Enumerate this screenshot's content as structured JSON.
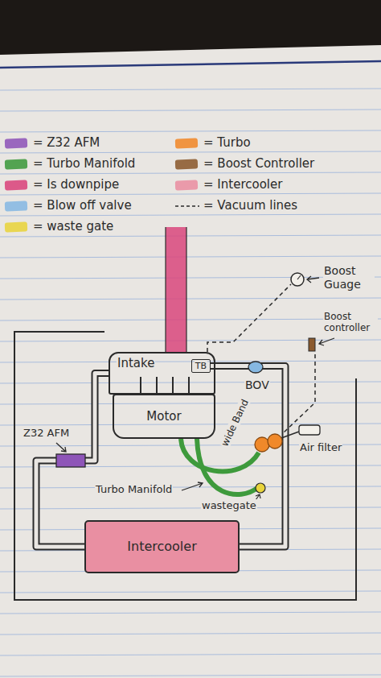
{
  "diagram": {
    "nodes": [
      {
        "text": [
          "Intake"
        ]
      },
      {
        "text": [
          "TB"
        ],
        "in": 0
      },
      {
        "text": [
          "Motor"
        ]
      },
      {
        "text": [
          "Intercooler"
        ]
      }
    ],
    "edges": [
      {
        "from": 3,
        "to": 0,
        "arrow": "none"
      },
      {
        "from": 1,
        "to": 3,
        "arrow": "none"
      }
    ],
    "labels": [
      "Boost Guage",
      "Boost controller",
      "BOV",
      "Air filter",
      "wide Band",
      "Z32 AFM",
      "Turbo Manifold",
      "wastegate"
    ],
    "legend": [
      {
        "text": "= Z32 AFM",
        "color": "#8e55b8"
      },
      {
        "text": "= Turbo",
        "color": "#f0892a"
      },
      {
        "text": "= Turbo Manifold",
        "color": "#3e9a3c"
      },
      {
        "text": "= Boost Controller",
        "color": "#8b5a2e"
      },
      {
        "text": "= Is downpipe",
        "color": "#d9467c"
      },
      {
        "text": "= Intercooler",
        "color": "#e98fa2"
      },
      {
        "text": "= Blow off valve",
        "color": "#86b8e2"
      },
      {
        "text": "= Vacuum lines"
      },
      {
        "text": "= waste gate",
        "color": "#e8d43c"
      }
    ]
  }
}
